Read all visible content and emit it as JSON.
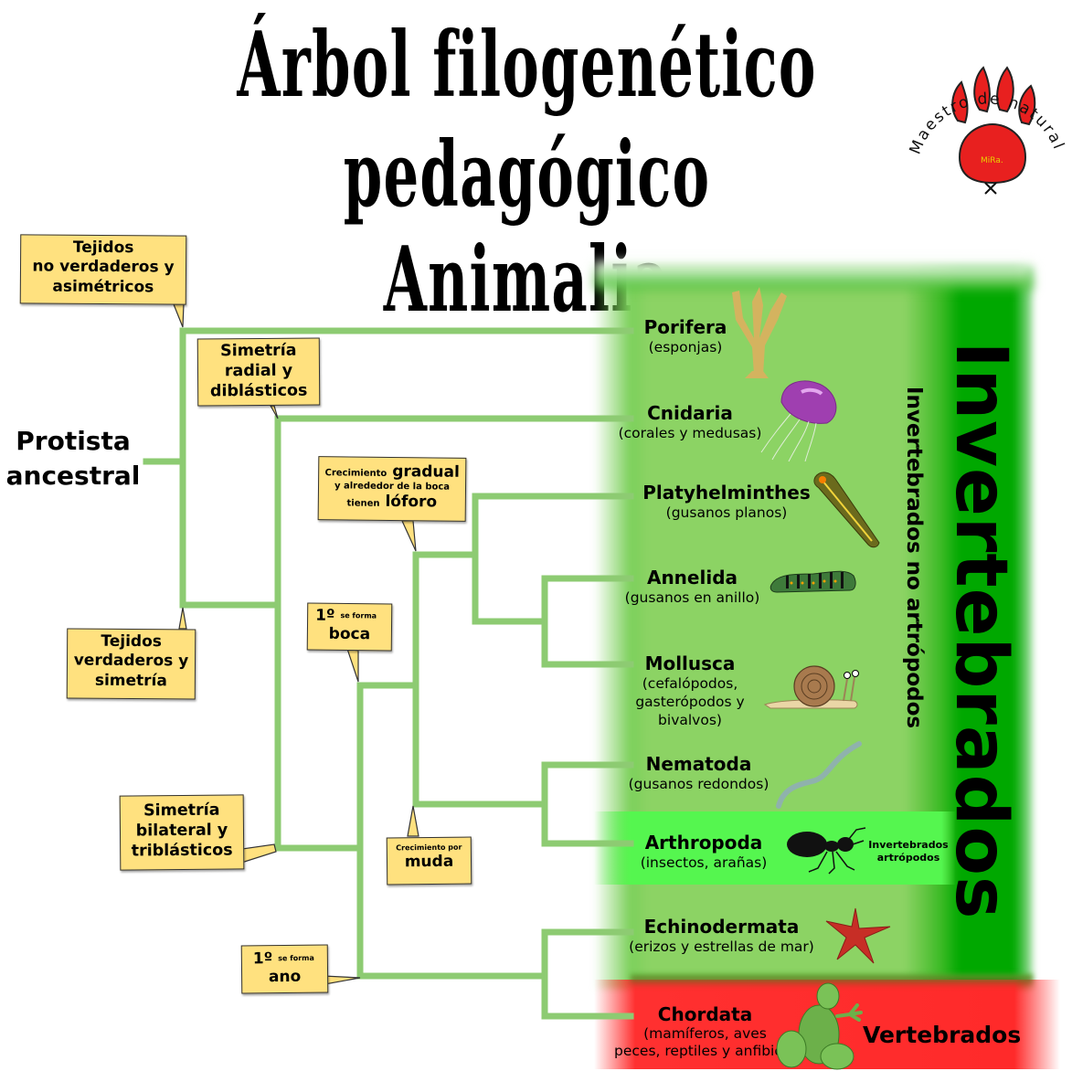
{
  "title": {
    "line1": "Árbol filogenético",
    "line2": "pedagógico Animalia"
  },
  "logo": {
    "text_top": "Maestro de naturales",
    "signature": "MiRa.",
    "icon": "paw-print-icon",
    "colors": {
      "paw": "#e8201f",
      "text_accent": "#1e90ff"
    }
  },
  "root": {
    "label": "Protista ancestral"
  },
  "callouts": [
    {
      "id": "tejidos-no-verdaderos",
      "lines": [
        "Tejidos",
        "no verdaderos y",
        "asimétricos"
      ]
    },
    {
      "id": "simetria-radial",
      "lines": [
        "Simetría",
        "radial y",
        "diblásticos"
      ]
    },
    {
      "id": "tejidos-verdaderos",
      "lines": [
        "Tejidos",
        "verdaderos y",
        "simetría"
      ]
    },
    {
      "id": "simetria-bilateral",
      "lines": [
        "Simetría",
        "bilateral y",
        "triblásticos"
      ]
    },
    {
      "id": "lofoforo",
      "small1": "Crecimiento",
      "big1": "gradual",
      "small2": "y alrededor de la boca",
      "small3": "tienen",
      "big2": "lóforo"
    },
    {
      "id": "boca",
      "big": "1º",
      "small": "se forma",
      "word": "boca"
    },
    {
      "id": "muda",
      "small": "Crecimiento por",
      "word": "muda"
    },
    {
      "id": "ano",
      "big": "1º",
      "small": "se forma",
      "word": "ano"
    }
  ],
  "taxa": [
    {
      "name": "Porifera",
      "desc": [
        "(esponjas)"
      ],
      "icon": "sponge-icon"
    },
    {
      "name": "Cnidaria",
      "desc": [
        "(corales y medusas)"
      ],
      "icon": "jellyfish-icon"
    },
    {
      "name": "Platyhelminthes",
      "desc": [
        "(gusanos planos)"
      ],
      "icon": "flatworm-icon"
    },
    {
      "name": "Annelida",
      "desc": [
        "(gusanos en anillo)"
      ],
      "icon": "caterpillar-icon"
    },
    {
      "name": "Mollusca",
      "desc": [
        "(cefalópodos,",
        "gasterópodos y",
        "bivalvos)"
      ],
      "icon": "snail-icon"
    },
    {
      "name": "Nematoda",
      "desc": [
        "(gusanos redondos)"
      ],
      "icon": "roundworm-icon"
    },
    {
      "name": "Arthropoda",
      "desc": [
        "(insectos, arañas)"
      ],
      "icon": "ant-icon"
    },
    {
      "name": "Echinodermata",
      "desc": [
        "(erizos y estrellas de mar)"
      ],
      "icon": "starfish-icon"
    },
    {
      "name": "Chordata",
      "desc": [
        "(mamíferos, aves",
        "peces, reptiles y anfibios)"
      ],
      "icon": "frog-icon"
    }
  ],
  "groups": {
    "invertebrados": "Invertebrados",
    "invertebrados_no_artropodos": "Invertebrados no artrópodos",
    "invertebrados_artropodos": [
      "Invertebrados",
      "artrópodos"
    ],
    "vertebrados": "Vertebrados"
  },
  "colors": {
    "branch": "#8dcb72",
    "callout": "#ffe17f",
    "invertebrados_panel": "#8cd364",
    "invertebrados_edge": "#00a800",
    "artropodos_band": "#55f64f",
    "vertebrados_band": "#ff2a2a"
  }
}
